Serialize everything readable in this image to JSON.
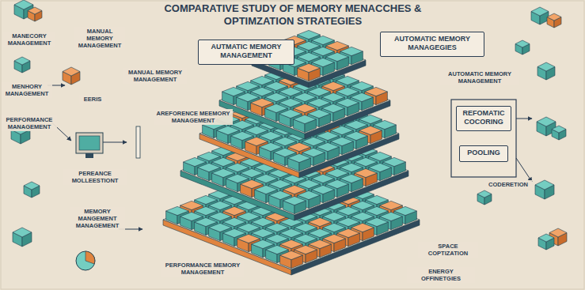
{
  "diagram": {
    "title": "COMPARATIVE STUDY OF MEMORY MENACCHES & OPTIMZATION STRATEGIES",
    "nodes": [
      {
        "text": [
          "AUTMATIC MEMORY MANAGEMENT"
        ]
      },
      {
        "text": [
          "AUTOMATIC MEMORY MANAGEGIES"
        ]
      },
      {
        "text": [
          "REFOMATIC COCORING"
        ]
      },
      {
        "text": [
          "POOLING"
        ]
      }
    ],
    "labels": [
      "MANECORY MANAGEMENT",
      "MANUAL MEMORY MANAGEMENT",
      "MENHORY MANAGEMENT",
      "EERIS",
      "PERFORMANCE MANAGEMENT",
      "PEREANCE MOLLEESTIONT",
      "MEMORY MANGEMENT MANAGEMENT",
      "MANUAL MEMORY MANAGEMENT",
      "AREFORENCE MEEMORY MANAGEMENT",
      "AUTOMATIC MEMORY MANAGEMENT",
      "CODERETION",
      "SPACE COPTIZATION",
      "ENERGY OFFINETGIES",
      "PERFORMANCE MEMORY MANAGEMENT"
    ]
  }
}
